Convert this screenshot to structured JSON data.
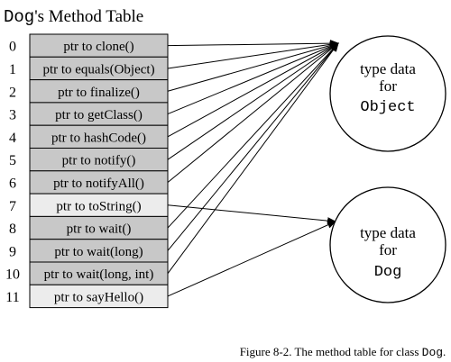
{
  "title": {
    "mono": "Dog",
    "rest": "'s Method Table"
  },
  "rows": [
    {
      "index": "0",
      "label": "ptr to clone()",
      "shaded": true,
      "target": "object"
    },
    {
      "index": "1",
      "label": "ptr to equals(Object)",
      "shaded": true,
      "target": "object"
    },
    {
      "index": "2",
      "label": "ptr to finalize()",
      "shaded": true,
      "target": "object"
    },
    {
      "index": "3",
      "label": "ptr to getClass()",
      "shaded": true,
      "target": "object"
    },
    {
      "index": "4",
      "label": "ptr to hashCode()",
      "shaded": true,
      "target": "object"
    },
    {
      "index": "5",
      "label": "ptr to notify()",
      "shaded": true,
      "target": "object"
    },
    {
      "index": "6",
      "label": "ptr to notifyAll()",
      "shaded": true,
      "target": "object"
    },
    {
      "index": "7",
      "label": "ptr to toString()",
      "shaded": false,
      "target": "dog"
    },
    {
      "index": "8",
      "label": "ptr to wait()",
      "shaded": true,
      "target": "object"
    },
    {
      "index": "9",
      "label": "ptr to wait(long)",
      "shaded": true,
      "target": "object"
    },
    {
      "index": "10",
      "label": "ptr to wait(long, int)",
      "shaded": true,
      "target": "object"
    },
    {
      "index": "11",
      "label": "ptr to sayHello()",
      "shaded": false,
      "target": "dog"
    }
  ],
  "nodes": {
    "object": {
      "line1": "type data",
      "line2": "for",
      "name": "Object"
    },
    "dog": {
      "line1": "type data",
      "line2": "for",
      "name": "Dog"
    }
  },
  "caption": {
    "text": "Figure 8-2. The method table for class ",
    "mono": "Dog",
    "end": "."
  },
  "colors": {
    "shaded": "#c8c8c8",
    "plain": "#ececec",
    "stroke": "#000000"
  }
}
